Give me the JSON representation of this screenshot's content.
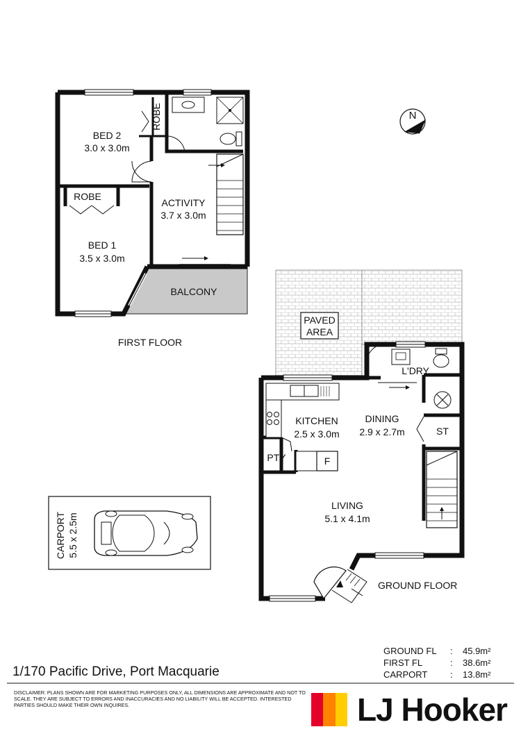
{
  "first_floor": {
    "title": "FIRST FLOOR",
    "bed2_name": "BED 2",
    "bed2_dims": "3.0 x 3.0m",
    "robe_top": "ROBE",
    "robe_bed1": "ROBE",
    "activity_name": "ACTIVITY",
    "activity_dims": "3.7 x 3.0m",
    "bed1_name": "BED 1",
    "bed1_dims": "3.5 x 3.0m",
    "balcony": "BALCONY"
  },
  "ground_floor": {
    "title": "GROUND FLOOR",
    "paved_line1": "PAVED",
    "paved_line2": "AREA",
    "laundry": "L'DRY",
    "kitchen_name": "KITCHEN",
    "kitchen_dims": "2.5 x 3.0m",
    "dining_name": "DINING",
    "dining_dims": "2.9 x 2.7m",
    "store": "ST",
    "pantry": "PTY",
    "fridge": "F",
    "living_name": "LIVING",
    "living_dims": "5.1 x 4.1m"
  },
  "carport": {
    "name": "CARPORT",
    "dims": "5.5 x 2.5m"
  },
  "compass": {
    "letter": "N"
  },
  "areas": [
    {
      "name": "GROUND FL",
      "value": "45.9m²"
    },
    {
      "name": "FIRST FL",
      "value": "38.6m²"
    },
    {
      "name": "CARPORT",
      "value": "13.8m²"
    }
  ],
  "address": "1/170 Pacific Drive, Port Macquarie",
  "disclaimer": "DISCLAIMER: PLANS SHOWN ARE FOR MARKETING PURPOSES ONLY, ALL DIMENSIONS ARE APPROXIMATE AND NOT TO SCALE. THEY ARE SUBJECT TO ERRORS AND INACCURACIES AND NO LIABILITY WILL BE ACCEPTED. INTERESTED PARTIES SHOULD MAKE THEIR OWN INQUIRES.",
  "brand": {
    "name": "LJ Hooker",
    "colors": [
      "#e4002b",
      "#ff8200",
      "#ffcd00"
    ]
  }
}
